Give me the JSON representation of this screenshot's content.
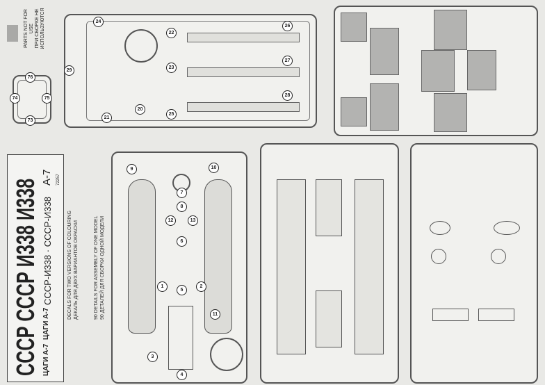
{
  "unused_parts": {
    "label_en": "PARTS NOT FOR USE",
    "label_ru": "ПРИ СБОРКЕ НЕ ИСПОЛЬЗУЮТСЯ",
    "part_numbers": [
      "73",
      "74",
      "75",
      "76"
    ],
    "swatch_color": "#a9a9a7"
  },
  "decal_sheet": {
    "large_text": "СССР СССР И338 И338",
    "small_text_1": "ЦАГИ А-7",
    "small_text_2": "ЦАГИ А-7",
    "medium_text": "СССР-И338 · СССР-И338",
    "model": "А-7",
    "code": "72257"
  },
  "notes": {
    "decals_en": "DECALS FOR TWO VERSIONS OF COLOURING",
    "decals_ru": "ДЕКАЛЬ ДЛЯ ДВУХ ВАРИАНТОВ ОКРАСКИ",
    "details_en": "90 DETAILS FOR ASSEMBLY OF ONE MODEL",
    "details_ru": "90 ДЕТАЛЕЙ ДЛЯ СБОРКИ ОДНОЙ МОДЕЛИ"
  },
  "sprue_top": {
    "part_numbers": [
      "20",
      "21",
      "22",
      "23",
      "24",
      "25",
      "26",
      "27",
      "28",
      "29"
    ]
  },
  "sprue_fuselage": {
    "part_numbers": [
      "1",
      "2",
      "3",
      "4",
      "5",
      "6",
      "7",
      "8",
      "9",
      "10",
      "11",
      "12",
      "13"
    ]
  }
}
